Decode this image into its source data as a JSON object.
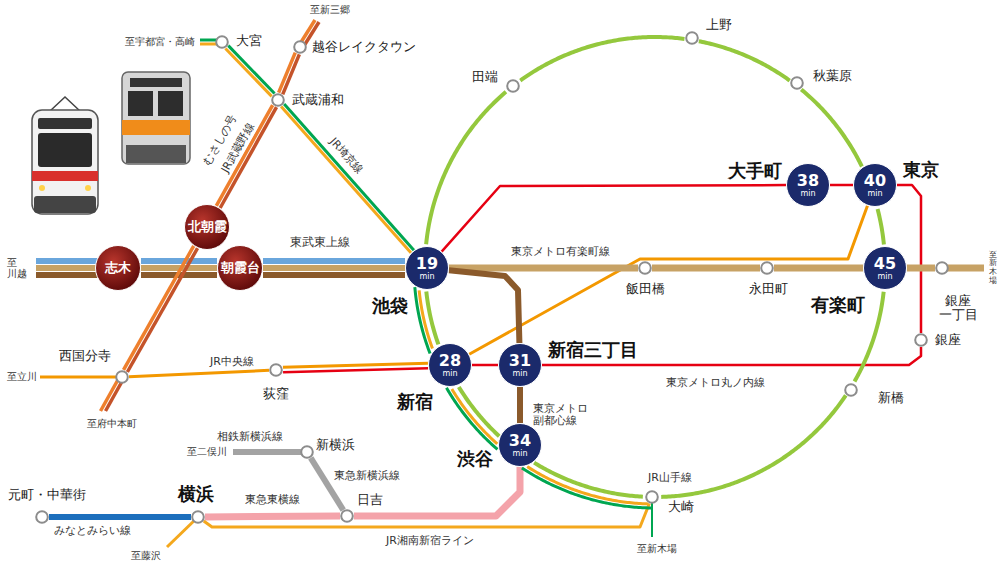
{
  "diagram": {
    "nodes": [
      {
        "text": [
          "大宮"
        ]
      },
      {
        "text": [
          "越谷レイクタウン"
        ]
      },
      {
        "text": [
          "武蔵浦和"
        ]
      },
      {
        "text": [
          "田端"
        ]
      },
      {
        "text": [
          "上野"
        ]
      },
      {
        "text": [
          "秋葉原"
        ]
      },
      {
        "text": [
          "大手町",
          "38",
          "min"
        ]
      },
      {
        "text": [
          "東京",
          "40",
          "min"
        ]
      },
      {
        "text": [
          "北朝霞"
        ]
      },
      {
        "text": [
          "志木"
        ]
      },
      {
        "text": [
          "朝霞台"
        ]
      },
      {
        "text": [
          "池袋",
          "19",
          "min"
        ]
      },
      {
        "text": [
          "飯田橋"
        ]
      },
      {
        "text": [
          "永田町"
        ]
      },
      {
        "text": [
          "有楽町",
          "45",
          "min"
        ]
      },
      {
        "text": [
          "銀座 一丁目"
        ]
      },
      {
        "text": [
          "銀座"
        ]
      },
      {
        "text": [
          "西国分寺"
        ]
      },
      {
        "text": [
          "荻窪"
        ]
      },
      {
        "text": [
          "新宿",
          "28",
          "min"
        ]
      },
      {
        "text": [
          "新宿三丁目",
          "31",
          "min"
        ]
      },
      {
        "text": [
          "新橋"
        ]
      },
      {
        "text": [
          "渋谷",
          "34",
          "min"
        ]
      },
      {
        "text": [
          "新横浜"
        ]
      },
      {
        "text": [
          "日吉"
        ]
      },
      {
        "text": [
          "大崎"
        ]
      },
      {
        "text": [
          "元町・中華街"
        ]
      },
      {
        "text": [
          "横浜"
        ]
      }
    ],
    "edges": [
      {
        "from": 9,
        "to": 10,
        "arrow": "none"
      },
      {
        "from": 10,
        "to": 11,
        "arrow": "none"
      },
      {
        "from": 17,
        "to": 8,
        "arrow": "none"
      },
      {
        "from": 8,
        "to": 2,
        "arrow": "none"
      },
      {
        "from": 2,
        "to": 1,
        "arrow": "none"
      },
      {
        "from": 0,
        "to": 2,
        "arrow": "none"
      },
      {
        "from": 2,
        "to": 11,
        "arrow": "none"
      },
      {
        "from": 17,
        "to": 18,
        "arrow": "none"
      },
      {
        "from": 18,
        "to": 19,
        "arrow": "none"
      },
      {
        "from": 11,
        "to": 6,
        "arrow": "none"
      },
      {
        "from": 6,
        "to": 7,
        "arrow": "none"
      },
      {
        "from": 7,
        "to": 16,
        "arrow": "none"
      },
      {
        "from": 16,
        "to": 20,
        "arrow": "none"
      },
      {
        "from": 20,
        "to": 19,
        "arrow": "none"
      },
      {
        "from": 19,
        "to": 7,
        "arrow": "none"
      },
      {
        "from": 11,
        "to": 12,
        "arrow": "none"
      },
      {
        "from": 12,
        "to": 13,
        "arrow": "none"
      },
      {
        "from": 13,
        "to": 14,
        "arrow": "none"
      },
      {
        "from": 14,
        "to": 15,
        "arrow": "none"
      },
      {
        "from": 11,
        "to": 20,
        "arrow": "none"
      },
      {
        "from": 20,
        "to": 22,
        "arrow": "none"
      },
      {
        "from": 22,
        "to": 24,
        "arrow": "none"
      },
      {
        "from": 24,
        "to": 27,
        "arrow": "none"
      },
      {
        "from": 24,
        "to": 23,
        "arrow": "none"
      },
      {
        "from": 27,
        "to": 26,
        "arrow": "none"
      },
      {
        "from": 27,
        "to": 25,
        "arrow": "none"
      },
      {
        "from": 11,
        "to": 3,
        "arrow": "none"
      },
      {
        "from": 3,
        "to": 4,
        "arrow": "none"
      },
      {
        "from": 4,
        "to": 5,
        "arrow": "none"
      },
      {
        "from": 5,
        "to": 7,
        "arrow": "none"
      },
      {
        "from": 7,
        "to": 14,
        "arrow": "none"
      },
      {
        "from": 14,
        "to": 21,
        "arrow": "none"
      },
      {
        "from": 21,
        "to": 25,
        "arrow": "none"
      },
      {
        "from": 25,
        "to": 22,
        "arrow": "none"
      },
      {
        "from": 22,
        "to": 19,
        "arrow": "none"
      },
      {
        "from": 19,
        "to": 11,
        "arrow": "none"
      }
    ],
    "labels": [
      "至宇都宮・高崎",
      "至新三郷",
      "至 川越",
      "至立川",
      "至府中本町",
      "むさしの号",
      "JR武蔵野線",
      "JR埼京線",
      "東武東上線",
      "東京メトロ有楽町線",
      "至新木場",
      "JR中央線",
      "東京メトロ丸ノ内線",
      "東京メトロ 副都心線",
      "相鉄新横浜線",
      "至二俣川",
      "東急新横浜線",
      "東急東横線",
      "みなとみらい線",
      "至藤沢",
      "JR湘南新宿ライン",
      "JR山手線",
      "至新木場"
    ]
  }
}
